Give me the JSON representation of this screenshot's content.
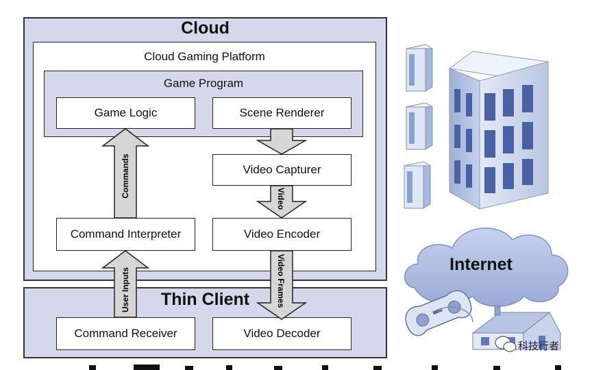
{
  "cloud": {
    "title": "Cloud",
    "platform_title": "Cloud Gaming Platform",
    "program_title": "Game Program",
    "game_logic": "Game Logic",
    "scene_renderer": "Scene Renderer",
    "video_capturer": "Video Capturer",
    "command_interpreter": "Command Interpreter",
    "video_encoder": "Video Encoder"
  },
  "thin_client": {
    "title": "Thin Client",
    "command_receiver": "Command Receiver",
    "video_decoder": "Video Decoder"
  },
  "arrows": {
    "commands": "Commands",
    "video": "Video",
    "user_inputs": "User Inputs",
    "video_frames": "Video Frames"
  },
  "illustration": {
    "internet": "Internet",
    "watermark": "科技行者",
    "icons": [
      "server-icon",
      "building-icon",
      "cloud-icon",
      "gamepad-icon",
      "house-icon",
      "wechat-icon"
    ]
  },
  "colors": {
    "panel": "#d4d8ea",
    "arrow_fill": "#d6d6d6",
    "building": "#c7d2e8",
    "window": "#4a62a4",
    "cloud": "#a9b8dc"
  }
}
